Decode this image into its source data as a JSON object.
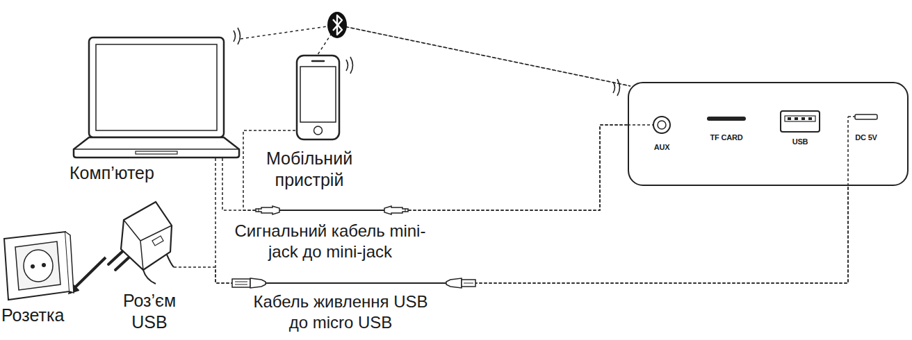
{
  "diagram": {
    "nodes": [
      {
        "text": [
          "Комп’ютер"
        ]
      },
      {
        "text": [
          "Мобільний пристрій"
        ]
      },
      {
        "text": [
          "AUX",
          "TF CARD",
          "USB",
          "DC 5V"
        ]
      },
      {
        "text": [
          "Розетка"
        ]
      },
      {
        "text": [
          "Роз’єм USB"
        ]
      }
    ],
    "edges": [
      {
        "from": 0,
        "to": 2,
        "arrow": "none"
      },
      {
        "from": 1,
        "to": 2,
        "arrow": "none"
      },
      {
        "from": 0,
        "to": 2,
        "arrow": "none",
        "label": "Сигнальний кабель mini-jack до mini-jack"
      },
      {
        "from": 1,
        "to": 2,
        "arrow": "none"
      },
      {
        "from": 0,
        "to": 2,
        "arrow": "none",
        "label": "Кабель живлення USB до micro USB"
      },
      {
        "from": 4,
        "to": 2,
        "arrow": "none"
      },
      {
        "from": 4,
        "to": 3,
        "arrow": "to"
      }
    ]
  }
}
